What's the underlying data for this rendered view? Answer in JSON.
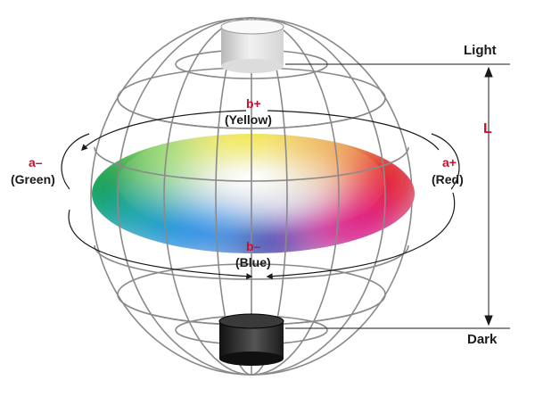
{
  "colors": {
    "accent_red": "#c8102e",
    "wire_gray": "#8a8a8a",
    "text_dark": "#1a1a1a",
    "green": "#10a040",
    "yellow": "#f4e400",
    "red": "#e8202a",
    "blue": "#1e7ee0",
    "magenta": "#e0208a",
    "white_center": "#ffffff"
  },
  "labels": {
    "light": "Light",
    "dark": "Dark",
    "lightness_axis": "L",
    "b_plus": "b+",
    "yellow": "(Yellow)",
    "b_minus": "b–",
    "blue": "(Blue)",
    "a_minus": "a–",
    "green": "(Green)",
    "a_plus": "a+",
    "red": "(Red)"
  },
  "icons": {
    "top_cylinder": "white-cylinder-icon",
    "bottom_cylinder": "black-cylinder-icon",
    "rotation_arrows": "curved-arrow-icon"
  }
}
